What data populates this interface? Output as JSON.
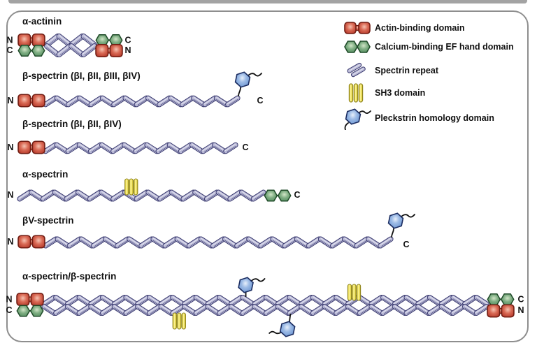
{
  "colors": {
    "panel_border": "#8e8e8e",
    "top_strip": "#a3a3a3",
    "text": "#111111",
    "actin_fill": "#c64a3a",
    "actin_stroke": "#701c12",
    "ef_fill": "#5f9a6d",
    "ef_stroke": "#1f4a28",
    "repeat_fill": "#b9b9d6",
    "repeat_stroke": "#3b3b70",
    "sh3_fill": "#f2e23c",
    "sh3_stroke": "#8f841c",
    "ph_fill": "#84a9dc",
    "ph_stroke": "#1b2c60"
  },
  "legend": {
    "items": [
      {
        "icon": "actin-binding-domain-icon",
        "label": "Actin-binding domain"
      },
      {
        "icon": "ef-hand-domain-icon",
        "label": "Calcium-binding EF hand domain"
      },
      {
        "icon": "spectrin-repeat-icon",
        "label": "Spectrin repeat"
      },
      {
        "icon": "sh3-domain-icon",
        "label": "SH3 domain"
      },
      {
        "icon": "pleckstrin-homology-domain-icon",
        "label": "Pleckstrin homology domain"
      }
    ]
  },
  "diagram": {
    "rows": [
      {
        "id": "alpha-actinin",
        "title": "α-actinin",
        "kind": "antiparallel_dimer",
        "repeats_per_strand": 4,
        "left": {
          "top": {
            "terminal": "N",
            "domains": "actin-pair"
          },
          "bottom": {
            "terminal": "C",
            "domains": "ef-pair"
          }
        },
        "right": {
          "top": {
            "terminal": "C",
            "domains": "ef-pair"
          },
          "bottom": {
            "terminal": "N",
            "domains": "actin-pair"
          }
        },
        "attachments": []
      },
      {
        "id": "beta-spectrin-I-II-III-IV",
        "title": "β-spectrin (βI, βII, βIII, βIV)",
        "kind": "single_chain",
        "left_terminal": "N",
        "right_terminal": "C",
        "n_terminal_domains": "actin-pair",
        "c_terminal_domains": null,
        "repeats": 17,
        "attachments": [
          {
            "type": "ph",
            "side": "above",
            "frac": 1.0,
            "tail": "right"
          }
        ]
      },
      {
        "id": "beta-spectrin-I-II-IV",
        "title": "β-spectrin (βI, βII, βIV)",
        "kind": "single_chain",
        "left_terminal": "N",
        "right_terminal": "C",
        "n_terminal_domains": "actin-pair",
        "c_terminal_domains": null,
        "repeats": 17,
        "attachments": []
      },
      {
        "id": "alpha-spectrin",
        "title": "α-spectrin",
        "kind": "single_chain",
        "left_terminal": "N",
        "right_terminal": "C",
        "n_terminal_domains": null,
        "c_terminal_domains": "ef-pair",
        "repeats": 21,
        "attachments": [
          {
            "type": "sh3",
            "side": "above",
            "frac": 0.458
          }
        ]
      },
      {
        "id": "betaV-spectrin",
        "title": "βV-spectrin",
        "kind": "single_chain",
        "left_terminal": "N",
        "right_terminal": "C",
        "n_terminal_domains": "actin-pair",
        "c_terminal_domains": null,
        "repeats": 29,
        "attachments": [
          {
            "type": "ph",
            "side": "above",
            "frac": 1.0,
            "tail": "right"
          }
        ]
      },
      {
        "id": "alpha-beta-spectrin",
        "title": "α-spectrin/β-spectrin",
        "kind": "antiparallel_dimer",
        "repeats_per_strand": 38,
        "left": {
          "top": {
            "terminal": "N",
            "domains": "actin-pair"
          },
          "bottom": {
            "terminal": "C",
            "domains": "ef-pair"
          }
        },
        "right": {
          "top": {
            "terminal": "C",
            "domains": "ef-pair"
          },
          "bottom": {
            "terminal": "N",
            "domains": "actin-pair"
          }
        },
        "attachments": [
          {
            "type": "sh3",
            "side": "below",
            "frac": 0.306
          },
          {
            "type": "ph",
            "side": "above",
            "frac": 0.456,
            "tail": "right"
          },
          {
            "type": "ph",
            "side": "below",
            "frac": 0.553,
            "tail": "left"
          },
          {
            "type": "sh3",
            "side": "above",
            "frac": 0.7
          }
        ]
      }
    ]
  }
}
